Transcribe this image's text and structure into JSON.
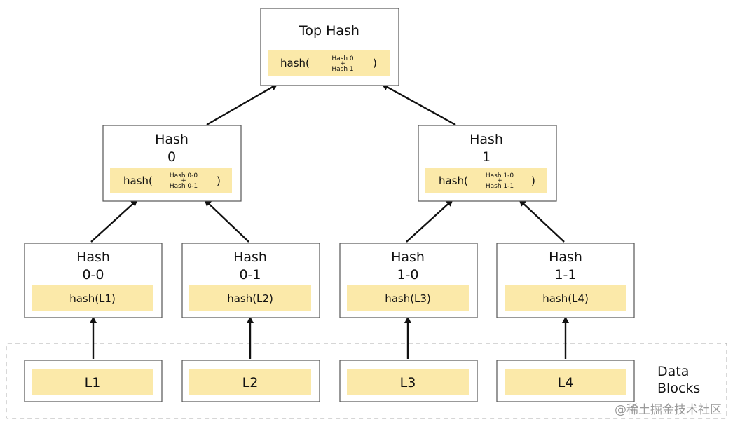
{
  "nodes": {
    "top": {
      "title1": "Top Hash",
      "fn_open": "hash(",
      "a": "Hash 0",
      "plus": "+",
      "b": "Hash 1",
      "fn_close": ")"
    },
    "h0": {
      "title1": "Hash",
      "title2": "0",
      "fn_open": "hash(",
      "a": "Hash 0-0",
      "plus": "+",
      "b": "Hash 0-1",
      "fn_close": ")"
    },
    "h1": {
      "title1": "Hash",
      "title2": "1",
      "fn_open": "hash(",
      "a": "Hash 1-0",
      "plus": "+",
      "b": "Hash 1-1",
      "fn_close": ")"
    },
    "h00": {
      "title1": "Hash",
      "title2": "0-0",
      "fn": "hash(L1)"
    },
    "h01": {
      "title1": "Hash",
      "title2": "0-1",
      "fn": "hash(L2)"
    },
    "h10": {
      "title1": "Hash",
      "title2": "1-0",
      "fn": "hash(L3)"
    },
    "h11": {
      "title1": "Hash",
      "title2": "1-1",
      "fn": "hash(L4)"
    }
  },
  "leaves": [
    "L1",
    "L2",
    "L3",
    "L4"
  ],
  "data_region": {
    "label_line1": "Data",
    "label_line2": "Blocks"
  },
  "watermark": "@稀土掘金技术社区",
  "colors": {
    "highlight": "#fbe9a9",
    "box_border": "#555555",
    "arrow": "#111111",
    "dashed_border": "#bdbdbd"
  }
}
